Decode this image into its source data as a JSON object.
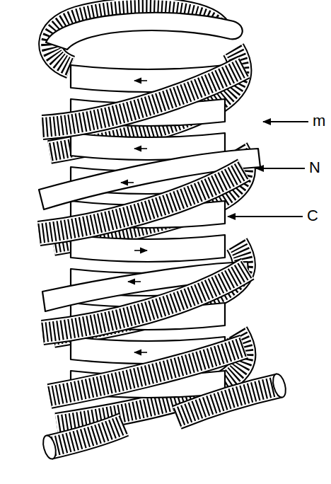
{
  "diagram": {
    "labels": [
      "m",
      "N",
      "C"
    ]
  }
}
